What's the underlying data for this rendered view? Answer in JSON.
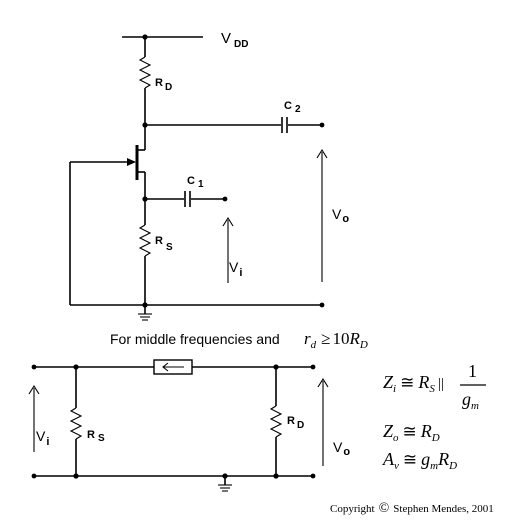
{
  "top_circuit": {
    "vdd_label": "V",
    "vdd_sub": "DD",
    "rd_label": "R",
    "rd_sub": "D",
    "rs_label": "R",
    "rs_sub": "S",
    "c1_label": "C",
    "c1_sub": "1",
    "c2_label": "C",
    "c2_sub": "2",
    "vi_label": "V",
    "vi_sub": "i",
    "vo_label": "V",
    "vo_sub": "o"
  },
  "condition": {
    "text": "For middle frequencies and",
    "rd_sym": "r",
    "rd_sub": "d",
    "relation": "≥",
    "factor": "10",
    "R_sym": "R",
    "R_sub": "D"
  },
  "equivalent_circuit": {
    "vi_label": "V",
    "vi_sub": "i",
    "rs_label": "R",
    "rs_sub": "S",
    "rd_label": "R",
    "rd_sub": "D",
    "vo_label": "V",
    "vo_sub": "o"
  },
  "formulas": {
    "zi": {
      "lhs": "Z",
      "lhs_sub": "i",
      "approx": "≅",
      "r": "R",
      "r_sub": "S",
      "parallel": "||",
      "num": "1",
      "den": "g",
      "den_sub": "m"
    },
    "zo": {
      "lhs": "Z",
      "lhs_sub": "o",
      "approx": "≅",
      "r": "R",
      "r_sub": "D"
    },
    "av": {
      "lhs": "A",
      "lhs_sub": "v",
      "approx": "≅",
      "g": "g",
      "g_sub": "m",
      "r": "R",
      "r_sub": "D"
    }
  },
  "copyright": {
    "prefix": "Copyright",
    "symbol": "©",
    "text": "Stephen Mendes, 2001"
  }
}
